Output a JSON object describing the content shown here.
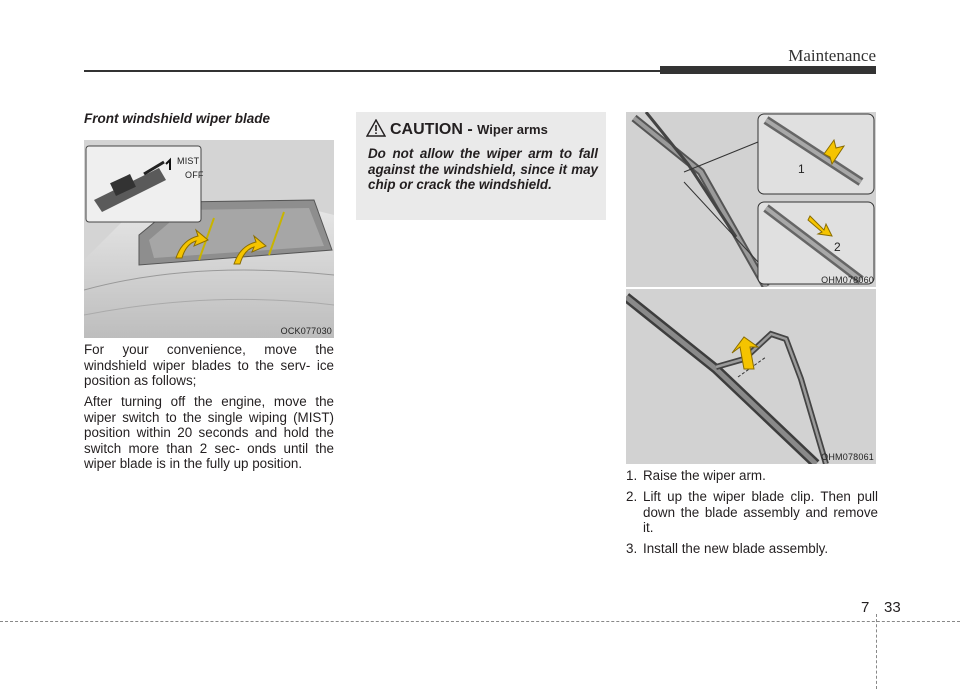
{
  "header": {
    "title": "Maintenance"
  },
  "left": {
    "section_title": "Front windshield wiper blade",
    "figure1": {
      "code": "OCK077030",
      "switch_label_mist": "MIST",
      "switch_label_off": "OFF"
    },
    "paragraphs": [
      "For your convenience, move the windshield wiper blades to the serv- ice position as follows;",
      "After turning off the engine, move the wiper switch to the single wiping (MIST) position within 20 seconds and hold the switch more than 2 sec- onds until the wiper blade is in the fully up position."
    ]
  },
  "caution": {
    "heading": "CAUTION -",
    "subheading": "Wiper arms",
    "text": "Do not allow the wiper arm to fall against the windshield, since it may chip or crack the windshield."
  },
  "right": {
    "figure2": {
      "code": "OHM078060",
      "callout_1": "1",
      "callout_2": "2"
    },
    "figure3": {
      "code": "OHM078061"
    },
    "steps": [
      {
        "num": "1.",
        "text": "Raise the wiper arm."
      },
      {
        "num": "2.",
        "text": "Lift up the wiper blade clip. Then pull down the blade assembly and remove it."
      },
      {
        "num": "3.",
        "text": "Install the new blade assembly."
      }
    ]
  },
  "footer": {
    "chapter": "7",
    "page": "33"
  },
  "colors": {
    "arrow_yellow": "#f5c400",
    "arrow_outline": "#8a6d00",
    "caution_bg": "#eaeaea",
    "figure_bg": "#d9d9d9"
  }
}
